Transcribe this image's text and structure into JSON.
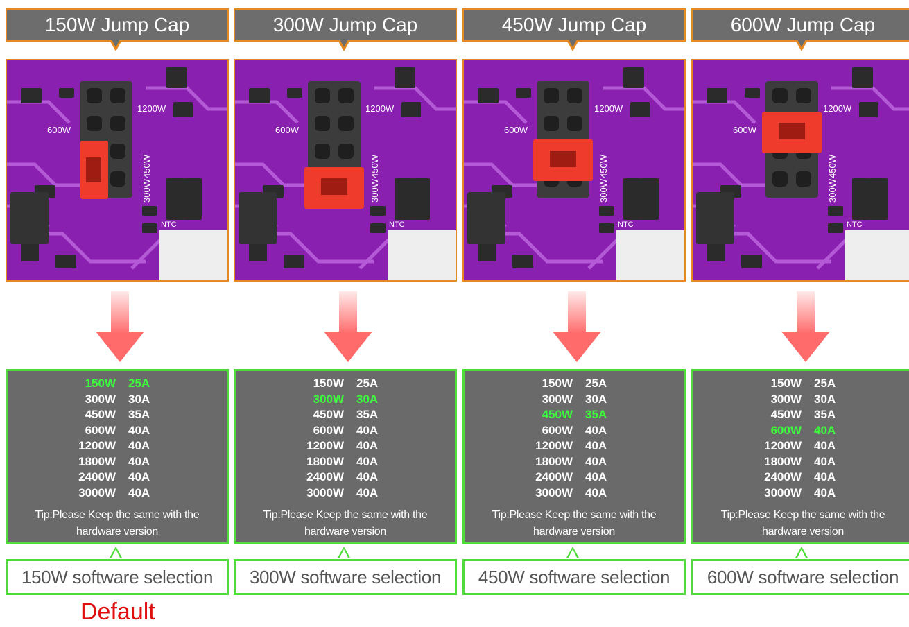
{
  "colors": {
    "board": "#8a20b0",
    "cap_border": "#e58a22",
    "panel_border": "#4fdc3a",
    "highlight": "#3cff3c",
    "arrow": "#ff6b6b",
    "default_text": "#e01010"
  },
  "board_silkscreen": {
    "label_1200": "1200W",
    "label_600": "600W",
    "label_450": "450W",
    "label_300": "300W",
    "label_ntc": "NTC"
  },
  "panels": [
    {
      "cap_label": "150W Jump Cap",
      "jumper_position": "150W",
      "rows": [
        {
          "w": "150W",
          "a": "25A"
        },
        {
          "w": "300W",
          "a": "30A"
        },
        {
          "w": "450W",
          "a": "35A"
        },
        {
          "w": "600W",
          "a": "40A"
        },
        {
          "w": "1200W",
          "a": "40A"
        },
        {
          "w": "1800W",
          "a": "40A"
        },
        {
          "w": "2400W",
          "a": "40A"
        },
        {
          "w": "3000W",
          "a": "40A"
        }
      ],
      "active_row": 0,
      "tip": [
        "Tip:Please Keep the same with the",
        "hardware version"
      ],
      "selection": "150W software selection"
    },
    {
      "cap_label": "300W Jump Cap",
      "jumper_position": "300W",
      "rows": [
        {
          "w": "150W",
          "a": "25A"
        },
        {
          "w": "300W",
          "a": "30A"
        },
        {
          "w": "450W",
          "a": "35A"
        },
        {
          "w": "600W",
          "a": "40A"
        },
        {
          "w": "1200W",
          "a": "40A"
        },
        {
          "w": "1800W",
          "a": "40A"
        },
        {
          "w": "2400W",
          "a": "40A"
        },
        {
          "w": "3000W",
          "a": "40A"
        }
      ],
      "active_row": 1,
      "tip": [
        "Tip:Please Keep the same with the",
        "hardware version"
      ],
      "selection": "300W software selection"
    },
    {
      "cap_label": "450W Jump Cap",
      "jumper_position": "450W",
      "rows": [
        {
          "w": "150W",
          "a": "25A"
        },
        {
          "w": "300W",
          "a": "30A"
        },
        {
          "w": "450W",
          "a": "35A"
        },
        {
          "w": "600W",
          "a": "40A"
        },
        {
          "w": "1200W",
          "a": "40A"
        },
        {
          "w": "1800W",
          "a": "40A"
        },
        {
          "w": "2400W",
          "a": "40A"
        },
        {
          "w": "3000W",
          "a": "40A"
        }
      ],
      "active_row": 2,
      "tip": [
        "Tip:Please Keep the same with the",
        "hardware version"
      ],
      "selection": "450W software selection"
    },
    {
      "cap_label": "600W Jump Cap",
      "jumper_position": "600W",
      "rows": [
        {
          "w": "150W",
          "a": "25A"
        },
        {
          "w": "300W",
          "a": "30A"
        },
        {
          "w": "450W",
          "a": "35A"
        },
        {
          "w": "600W",
          "a": "40A"
        },
        {
          "w": "1200W",
          "a": "40A"
        },
        {
          "w": "1800W",
          "a": "40A"
        },
        {
          "w": "2400W",
          "a": "40A"
        },
        {
          "w": "3000W",
          "a": "40A"
        }
      ],
      "active_row": 3,
      "tip": [
        "Tip:Please Keep the same with the",
        "hardware version"
      ],
      "selection": "600W software selection"
    }
  ],
  "default_label": "Default"
}
